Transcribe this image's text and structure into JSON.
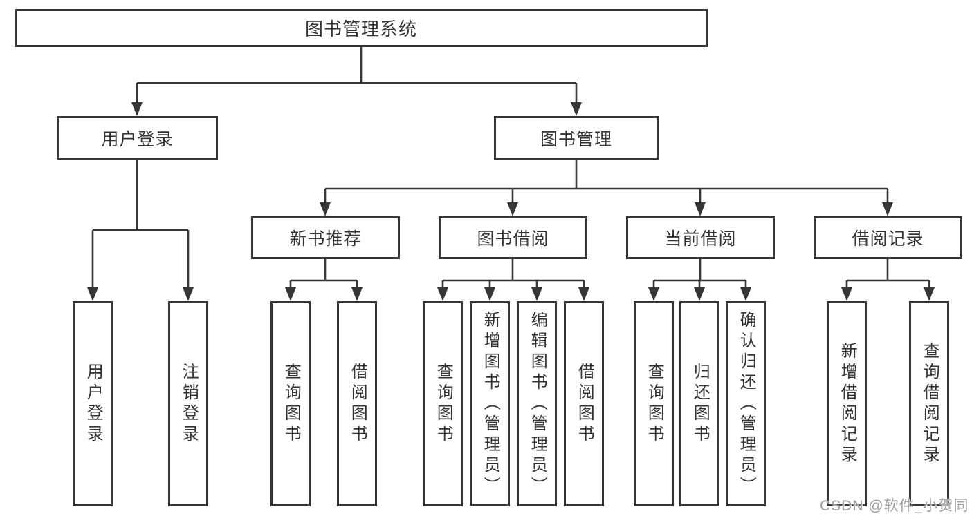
{
  "colors": {
    "background": "#ffffff",
    "line": "#363636",
    "box_border": "#363636",
    "text": "#333333",
    "watermark": "#9e9e9e"
  },
  "watermark": {
    "text": "CSDN @软件_小贺同学"
  },
  "tree": {
    "root": {
      "label": "图书管理系统"
    },
    "branches": [
      {
        "label": "用户登录",
        "children": [
          {
            "label": "用户登录"
          },
          {
            "label": "注销登录"
          }
        ]
      },
      {
        "label": "图书管理",
        "children": [
          {
            "label": "新书推荐",
            "children": [
              {
                "label": "查询图书"
              },
              {
                "label": "借阅图书"
              }
            ]
          },
          {
            "label": "图书借阅",
            "children": [
              {
                "label": "查询图书"
              },
              {
                "label": "新增图书（管理员）"
              },
              {
                "label": "编辑图书（管理员）"
              },
              {
                "label": "借阅图书"
              }
            ]
          },
          {
            "label": "当前借阅",
            "children": [
              {
                "label": "查询图书"
              },
              {
                "label": "归还图书"
              },
              {
                "label": "确认归还（管理员）"
              }
            ]
          },
          {
            "label": "借阅记录",
            "children": [
              {
                "label": "新增借阅记录"
              },
              {
                "label": "查询借阅记录"
              }
            ]
          }
        ]
      }
    ]
  }
}
